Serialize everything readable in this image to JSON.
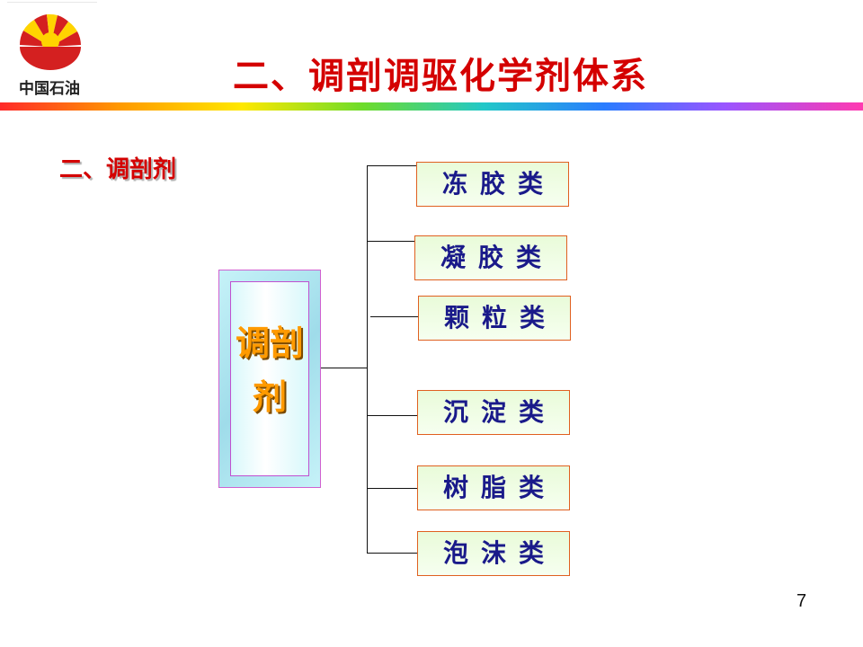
{
  "logo": {
    "text": "中国石油",
    "colors": {
      "red": "#d42020",
      "yellow": "#ffd400"
    }
  },
  "title": "二、调剖调驱化学剂体系",
  "subtitle": "二、调剖剂",
  "root": {
    "label": "调剖剂"
  },
  "children": [
    {
      "label": "冻胶类"
    },
    {
      "label": "凝胶类"
    },
    {
      "label": "颗粒类"
    },
    {
      "label": "沉淀类"
    },
    {
      "label": "树脂类"
    },
    {
      "label": "泡沫类"
    }
  ],
  "page_number": "7"
}
